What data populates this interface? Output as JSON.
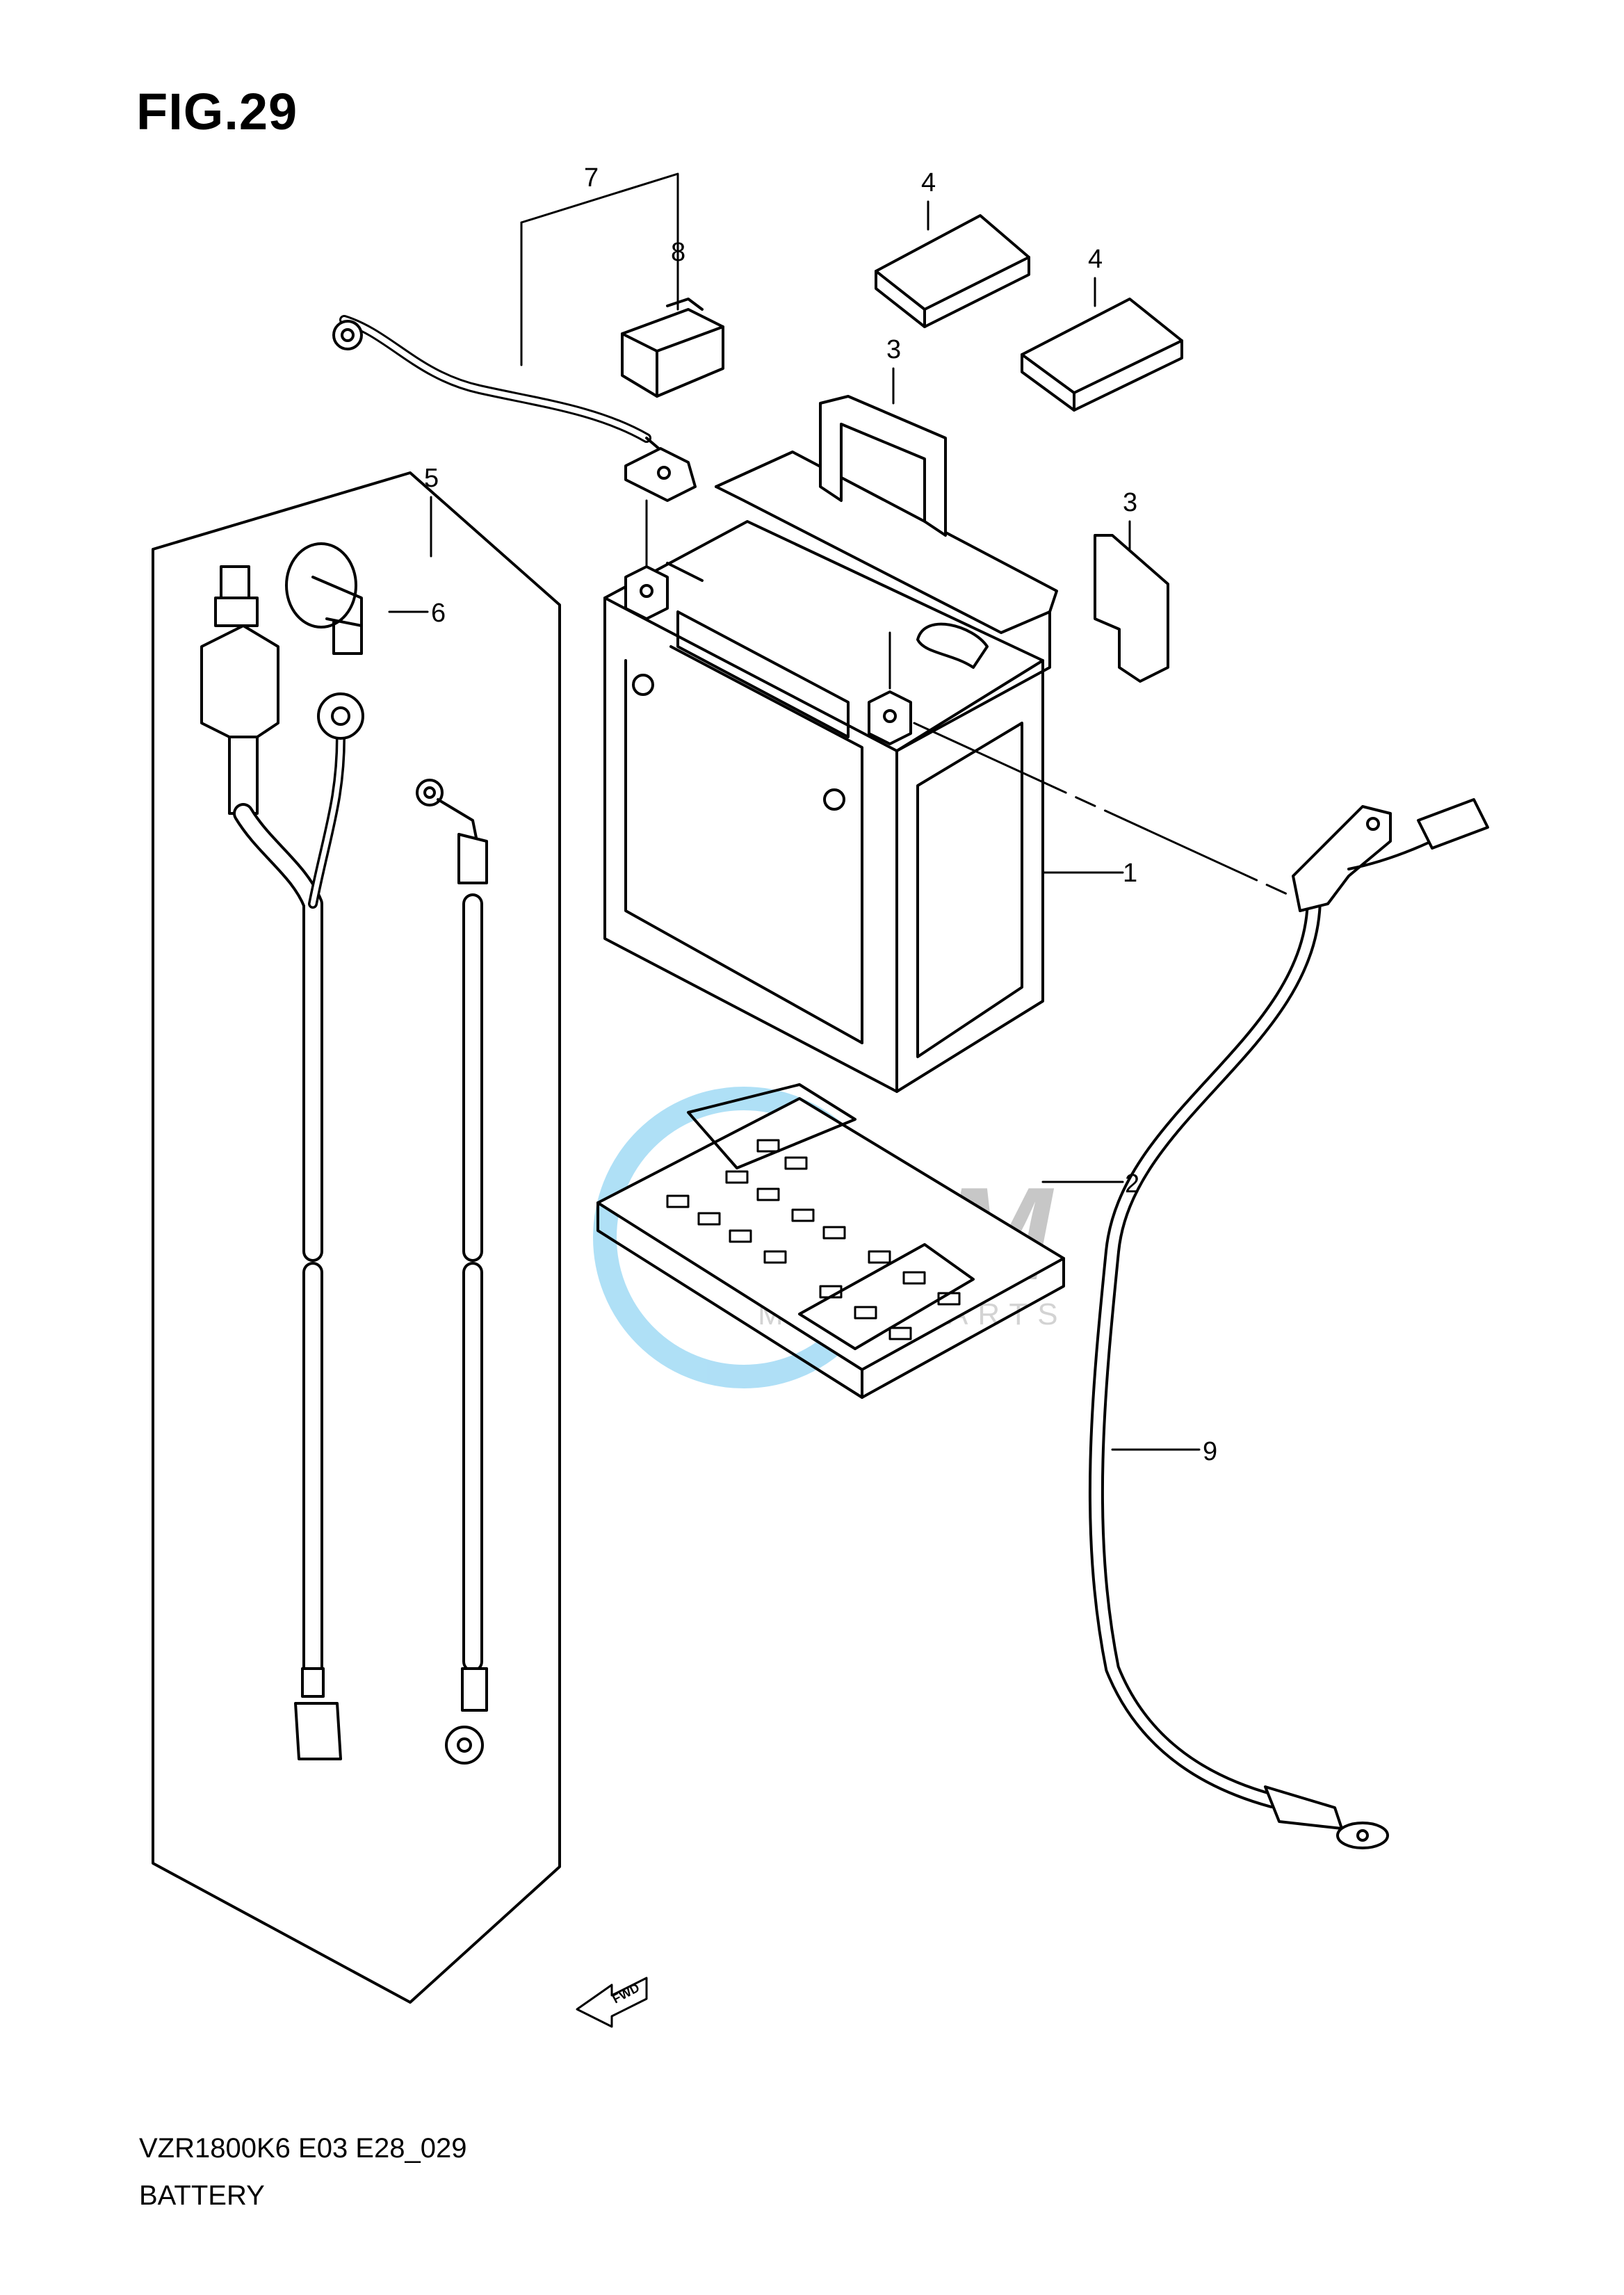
{
  "figure": {
    "title": "FIG.29"
  },
  "footer": {
    "model_code": "VZR1800K6 E03 E28_029",
    "section_name": "BATTERY"
  },
  "fwd_arrow": {
    "label": "FWD"
  },
  "watermark": {
    "logo_text": "GSM",
    "sub_text": "MOTORPARTS"
  },
  "callouts": {
    "c1": "1",
    "c2": "2",
    "c3a": "3",
    "c3b": "3",
    "c4a": "4",
    "c4b": "4",
    "c5": "5",
    "c6": "6",
    "c7": "7",
    "c8": "8",
    "c9": "9"
  },
  "colors": {
    "line": "#000000",
    "watermark_blue": "#6ec6ef",
    "watermark_grey": "#9a9a9a"
  }
}
